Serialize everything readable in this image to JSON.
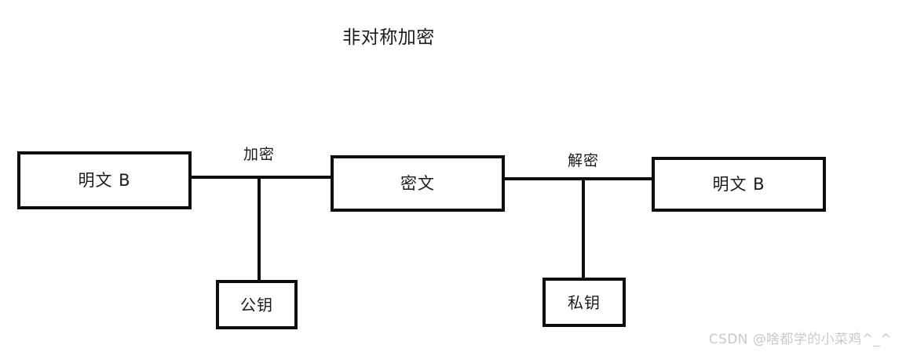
{
  "diagram": {
    "title": "非对称加密",
    "type": "flow-diagram",
    "background_color": "#ffffff",
    "stroke_color": "#0d0d0d",
    "text_color": "#1b1b1b",
    "nodes": [
      {
        "id": "plaintext-source",
        "label": "明文 B"
      },
      {
        "id": "ciphertext",
        "label": "密文"
      },
      {
        "id": "plaintext-result",
        "label": "明文 B"
      },
      {
        "id": "public-key",
        "label": "公钥"
      },
      {
        "id": "private-key",
        "label": "私钥"
      }
    ],
    "edges": [
      {
        "id": "encrypt",
        "label": "加密",
        "from": "plaintext-source",
        "to": "ciphertext",
        "key": "public-key"
      },
      {
        "id": "decrypt",
        "label": "解密",
        "from": "ciphertext",
        "to": "plaintext-result",
        "key": "private-key"
      }
    ]
  },
  "watermark": {
    "text": "CSDN @啥都学的小菜鸡^_^",
    "color": "#c9c9c9"
  }
}
